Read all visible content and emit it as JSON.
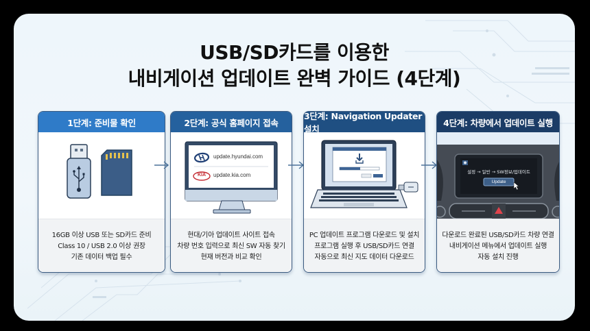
{
  "title": {
    "line1": "USB/SD카드를 이용한",
    "line2": "내비게이션 업데이트 완벽 가이드 (4단계)"
  },
  "colors": {
    "header_blue": "#2f7bc8",
    "header_mid": "#25619e",
    "header_dark": "#1f4f82",
    "header_navy": "#1b3c66",
    "border": "#3a5a80",
    "arrow": "#4a7199"
  },
  "steps": [
    {
      "header": "1단계: 준비물 확인",
      "illustration": "usb-drive-and-sd-card",
      "lines": [
        "16GB 이상 USB 또는 SD카드 준비",
        "Class 10 / USB 2.0 이상 권장",
        "기존 데이터 백업 필수"
      ]
    },
    {
      "header": "2단계: 공식 홈페이지 접속",
      "illustration": "desktop-monitor",
      "screen": {
        "hyundai_url": "update.hyundai.com",
        "kia_logo": "KIA",
        "kia_url": "update.kia.com"
      },
      "lines": [
        "현대/기아 업데이트 사이트 접속",
        "차량 번호 입력으로 최신 SW 자동 찾기",
        "현재 버전과 비교 확인"
      ]
    },
    {
      "header": "3단계: Navigation Updater 설치",
      "illustration": "laptop-with-usb",
      "lines": [
        "PC 업데이트 프로그램 다운로드 및 설치",
        "프로그램 실행 후 USB/SD카드 연결",
        "자동으로 최신 지도 데이터 다운로드"
      ]
    },
    {
      "header": "4단계: 차량에서 업데이트 실행",
      "illustration": "car-infotainment-screen",
      "screen": {
        "menu_path": "설정 → 일반 → SW정보/업데이트",
        "button": "Update"
      },
      "lines": [
        "다운로드 완료된 USB/SD카드 차량 연결",
        "내비게이션 메뉴에서 업데이트 실행",
        "자동 설치 진행"
      ]
    }
  ]
}
